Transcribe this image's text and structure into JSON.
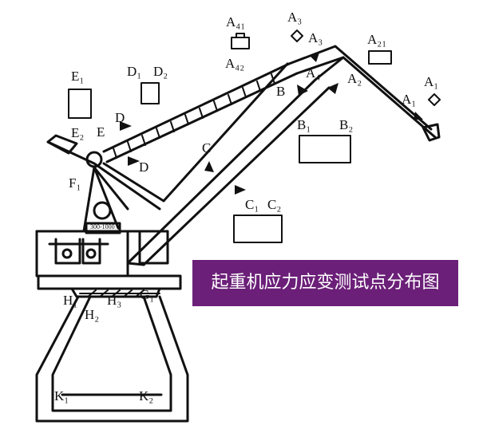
{
  "caption": "起重机应力应变测试点分布图",
  "colors": {
    "caption_bg": "#6b1f78",
    "caption_text": "#ffffff",
    "line": "#111111"
  },
  "labels": {
    "A41": "A₄₁",
    "A42": "A₄₂",
    "A3_top": "A₃",
    "A3": "A₃",
    "A21": "A₂₁",
    "A4": "A₄",
    "A2": "A₂",
    "A1_top": "A₁",
    "A1": "A₁",
    "E1": "E₁",
    "E2": "E₂",
    "E": "E",
    "D1": "D₁",
    "D2": "D₂",
    "D_upper": "D",
    "D_lower": "D",
    "B": "B",
    "B1": "B₁",
    "B2": "B₂",
    "C": "C",
    "C1": "C₁",
    "C2": "C₂",
    "F1": "F₁",
    "G1": "G₁",
    "H1": "H₁",
    "H2": "H₂",
    "H3": "H₃",
    "K1": "K₁",
    "K2": "K₂",
    "plate": "300-1000"
  }
}
